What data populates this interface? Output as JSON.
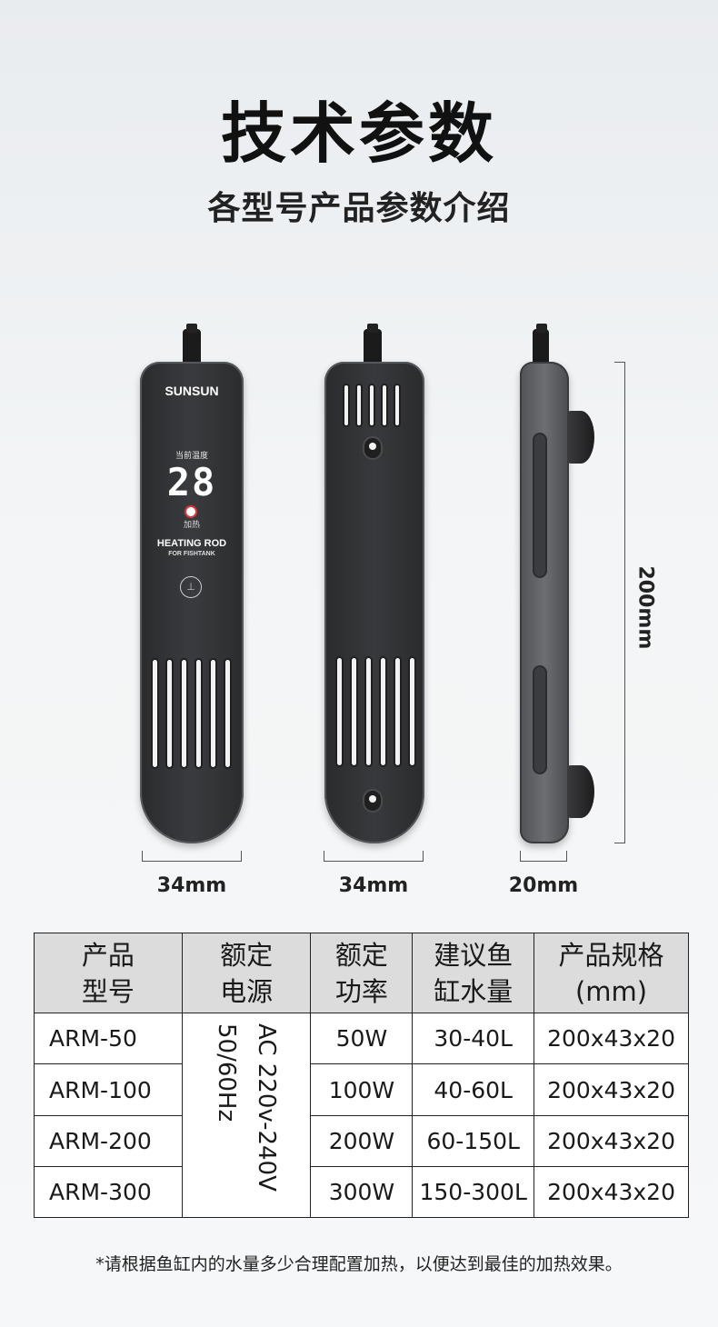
{
  "header": {
    "title": "技术参数",
    "subtitle": "各型号产品参数介绍"
  },
  "front_view": {
    "brand": "SUNSUN",
    "temp_label": "当前温度",
    "temp_value": "28",
    "heat_label": "加热",
    "rod_label": "HEATING ROD",
    "rod_sub": "FOR FISHTANK"
  },
  "dimensions": {
    "front_width": "34mm",
    "back_width": "34mm",
    "side_width": "20mm",
    "height": "200mm"
  },
  "table": {
    "headers": [
      {
        "line1": "产品",
        "line2": "型号"
      },
      {
        "line1": "额定",
        "line2": "电源"
      },
      {
        "line1": "额定",
        "line2": "功率"
      },
      {
        "line1": "建议鱼",
        "line2": "缸水量"
      },
      {
        "line1": "产品规格",
        "line2": "(mm)"
      }
    ],
    "power_supply_line1": "AC 220v-240V",
    "power_supply_line2": "50/60Hz",
    "rows": [
      {
        "model": "ARM-50",
        "power": "50W",
        "volume": "30-40L",
        "size": "200x43x20"
      },
      {
        "model": "ARM-100",
        "power": "100W",
        "volume": "40-60L",
        "size": "200x43x20"
      },
      {
        "model": "ARM-200",
        "power": "200W",
        "volume": "60-150L",
        "size": "200x43x20"
      },
      {
        "model": "ARM-300",
        "power": "300W",
        "volume": "150-300L",
        "size": "200x43x20"
      }
    ]
  },
  "footnote": "*请根据鱼缸内的水量多少合理配置加热，以便达到最佳的加热效果。"
}
